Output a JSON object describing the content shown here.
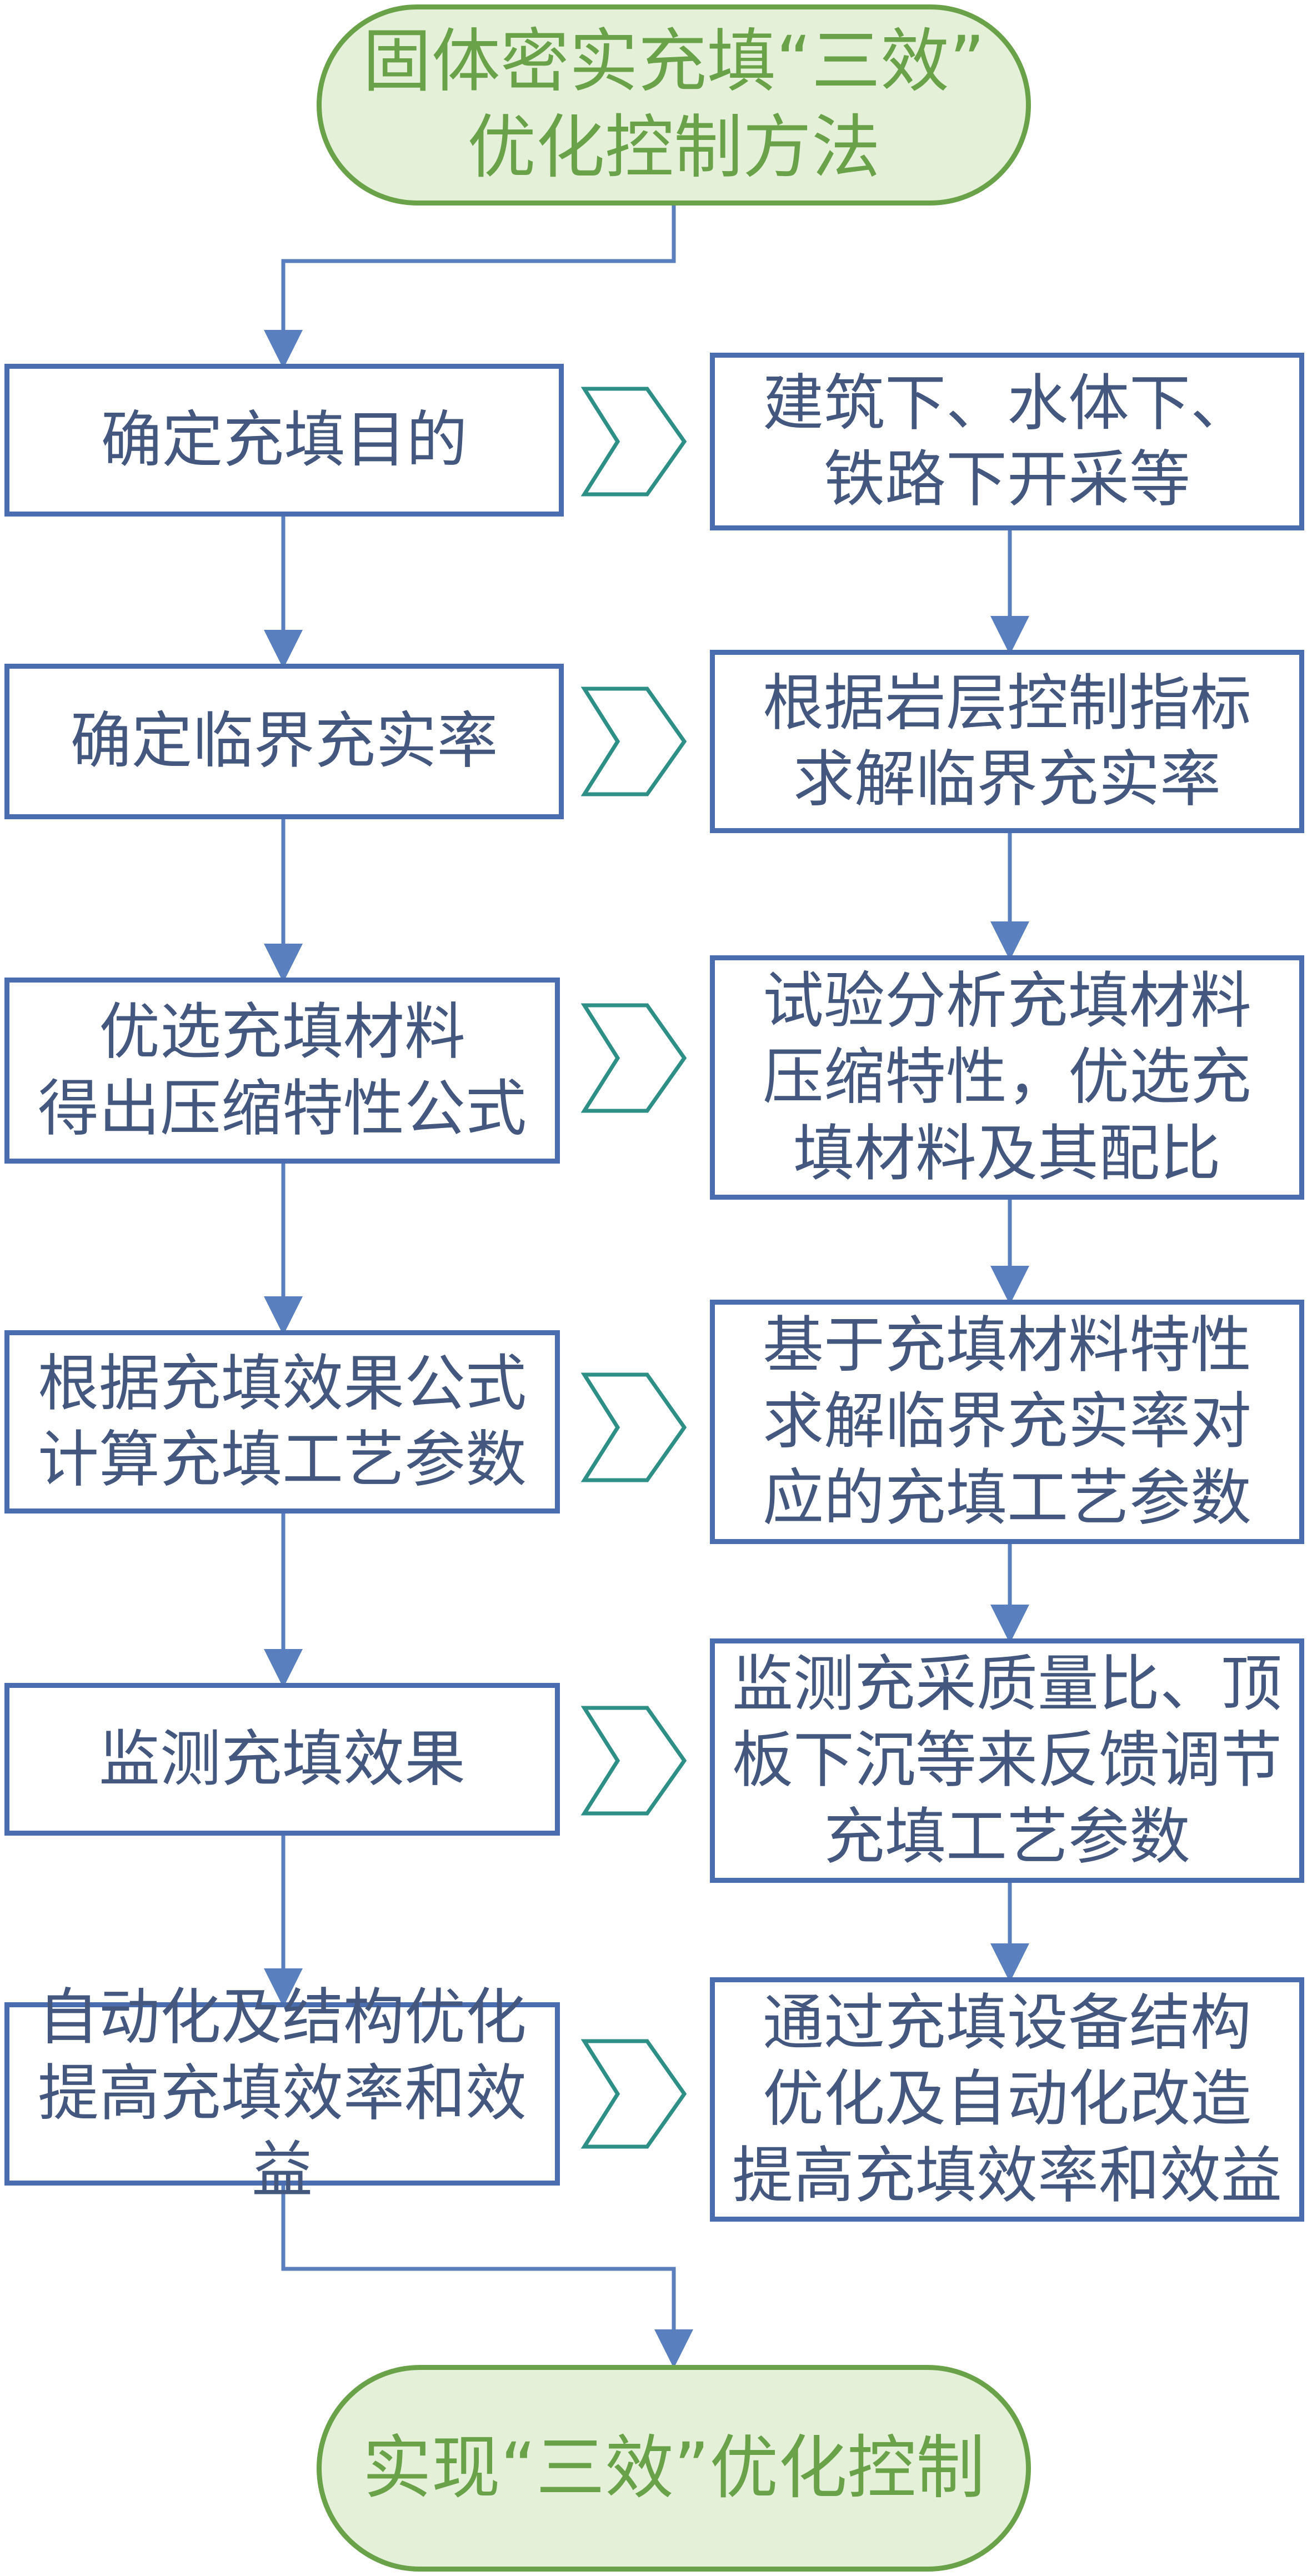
{
  "colors": {
    "box_border": "#4a6db0",
    "box_text": "#44577f",
    "pill_border": "#6aa24a",
    "pill_fill": "#e4f1d8",
    "chevron": "#2e8f86",
    "connector": "#5a7fbe"
  },
  "start": {
    "text": "固体密实充填“三效”\n优化控制方法"
  },
  "end": {
    "text": "实现“三效”优化控制"
  },
  "left": [
    {
      "text": "确定充填目的"
    },
    {
      "text": "确定临界充实率"
    },
    {
      "text": "优选充填材料\n得出压缩特性公式"
    },
    {
      "text": "根据充填效果公式\n计算充填工艺参数"
    },
    {
      "text": "监测充填效果"
    },
    {
      "text": "自动化及结构优化\n提高充填效率和效益"
    }
  ],
  "right": [
    {
      "text": "建筑下、水体下、\n铁路下开采等"
    },
    {
      "text": "根据岩层控制指标\n求解临界充实率"
    },
    {
      "text": "试验分析充填材料\n压缩特性，优选充\n填材料及其配比"
    },
    {
      "text": "基于充填材料特性\n求解临界充实率对\n应的充填工艺参数"
    },
    {
      "text": "监测充采质量比、顶\n板下沉等来反馈调节\n充填工艺参数"
    },
    {
      "text": "通过充填设备结构\n优化及自动化改造\n提高充填效率和效益"
    }
  ]
}
